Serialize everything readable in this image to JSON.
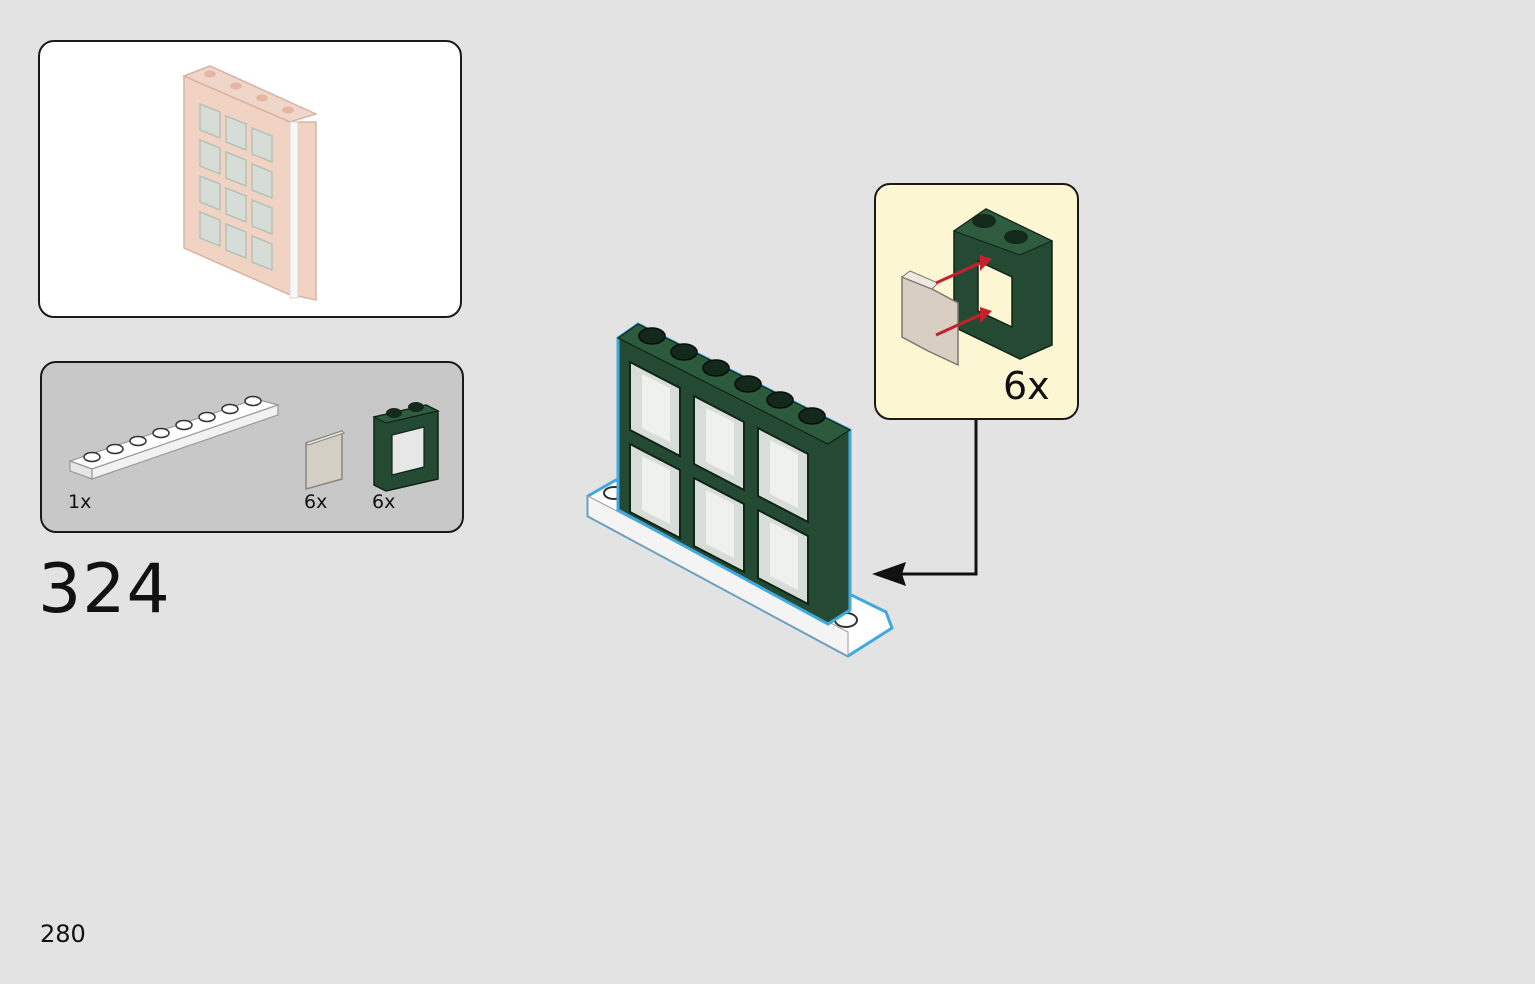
{
  "step": {
    "number": "324"
  },
  "page": {
    "number": "280"
  },
  "parts_list": [
    {
      "name": "white-plate-1x8",
      "qty": "1x"
    },
    {
      "name": "trans-clear-window-glass",
      "qty": "6x"
    },
    {
      "name": "dark-green-window-frame",
      "qty": "6x"
    }
  ],
  "callout": {
    "qty": "6x"
  },
  "colors": {
    "background": "#e3e3e3",
    "parts_panel": "#c8c8c8",
    "callout_panel": "#fdf6d3",
    "dark_green": "#244a33",
    "highlight_blue": "#3fa9e0",
    "arrow_red": "#c8202a",
    "faded_wall": "#e9c3b0"
  }
}
